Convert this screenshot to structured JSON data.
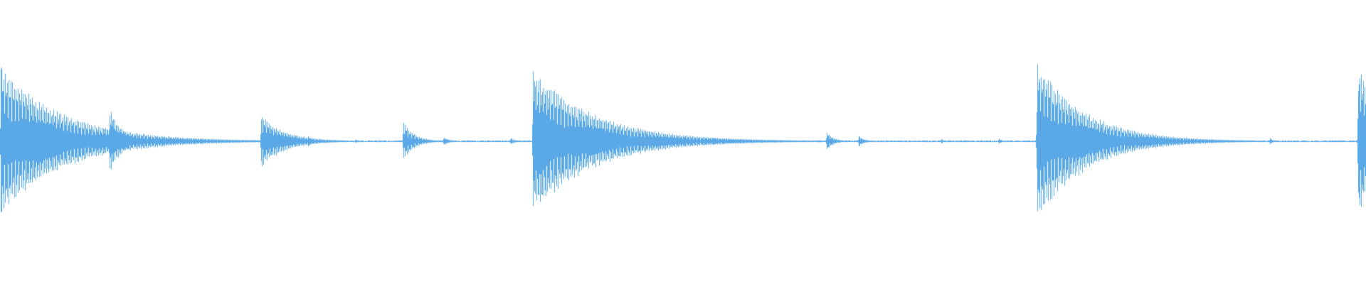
{
  "chart_data": {
    "type": "waveform",
    "title": "",
    "xlabel": "",
    "ylabel": "",
    "ylim": [
      -1,
      1
    ],
    "grid": false,
    "baseline": 0,
    "color": "#5aa9e6",
    "background": "#ffffff",
    "noise_floor": 0.01,
    "transients": [
      {
        "t": 0.0005,
        "peak": 0.92,
        "tail": 0.045
      },
      {
        "t": 0.08,
        "peak": 0.4,
        "tail": 0.01
      },
      {
        "t": 0.1155,
        "peak": 0.04,
        "tail": 0.003
      },
      {
        "t": 0.131,
        "peak": 0.03,
        "tail": 0.002
      },
      {
        "t": 0.191,
        "peak": 0.32,
        "tail": 0.018
      },
      {
        "t": 0.2255,
        "peak": 0.06,
        "tail": 0.004
      },
      {
        "t": 0.26,
        "peak": 0.03,
        "tail": 0.002
      },
      {
        "t": 0.295,
        "peak": 0.25,
        "tail": 0.008
      },
      {
        "t": 0.3245,
        "peak": 0.06,
        "tail": 0.004
      },
      {
        "t": 0.3735,
        "peak": 0.05,
        "tail": 0.003
      },
      {
        "t": 0.39,
        "peak": 0.88,
        "tail": 0.045
      },
      {
        "t": 0.4345,
        "peak": 0.07,
        "tail": 0.004
      },
      {
        "t": 0.4595,
        "peak": 0.04,
        "tail": 0.003
      },
      {
        "t": 0.487,
        "peak": 0.05,
        "tail": 0.003
      },
      {
        "t": 0.5215,
        "peak": 0.06,
        "tail": 0.003
      },
      {
        "t": 0.529,
        "peak": 0.04,
        "tail": 0.002
      },
      {
        "t": 0.605,
        "peak": 0.12,
        "tail": 0.005
      },
      {
        "t": 0.6285,
        "peak": 0.07,
        "tail": 0.004
      },
      {
        "t": 0.689,
        "peak": 0.03,
        "tail": 0.002
      },
      {
        "t": 0.731,
        "peak": 0.04,
        "tail": 0.002
      },
      {
        "t": 0.759,
        "peak": 0.98,
        "tail": 0.035
      },
      {
        "t": 0.797,
        "peak": 0.18,
        "tail": 0.006
      },
      {
        "t": 0.849,
        "peak": 0.03,
        "tail": 0.002
      },
      {
        "t": 0.9295,
        "peak": 0.05,
        "tail": 0.002
      },
      {
        "t": 0.994,
        "peak": 0.88,
        "tail": 0.03
      }
    ]
  }
}
